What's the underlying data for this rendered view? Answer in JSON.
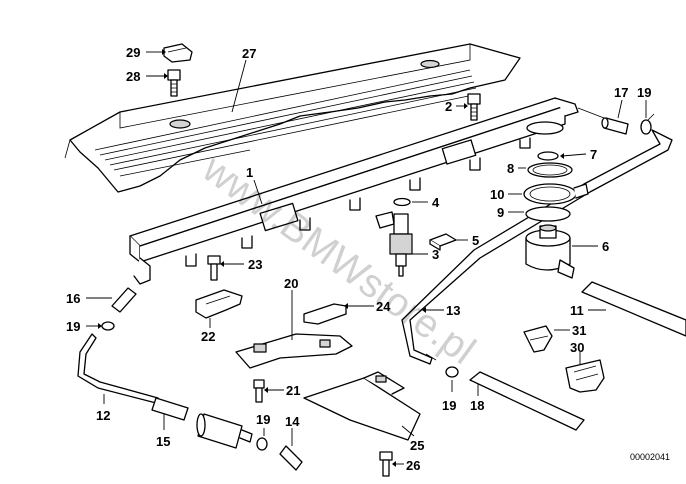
{
  "callouts": [
    {
      "id": "c29",
      "label": "29"
    },
    {
      "id": "c27",
      "label": "27"
    },
    {
      "id": "c28",
      "label": "28"
    },
    {
      "id": "c2",
      "label": "2"
    },
    {
      "id": "c17",
      "label": "17"
    },
    {
      "id": "c19a",
      "label": "19"
    },
    {
      "id": "c7",
      "label": "7"
    },
    {
      "id": "c8",
      "label": "8"
    },
    {
      "id": "c1",
      "label": "1"
    },
    {
      "id": "c10",
      "label": "10"
    },
    {
      "id": "c9",
      "label": "9"
    },
    {
      "id": "c4",
      "label": "4"
    },
    {
      "id": "c5",
      "label": "5"
    },
    {
      "id": "c6",
      "label": "6"
    },
    {
      "id": "c3",
      "label": "3"
    },
    {
      "id": "c23",
      "label": "23"
    },
    {
      "id": "c20",
      "label": "20"
    },
    {
      "id": "c16",
      "label": "16"
    },
    {
      "id": "c24",
      "label": "24"
    },
    {
      "id": "c13",
      "label": "13"
    },
    {
      "id": "c11",
      "label": "11"
    },
    {
      "id": "c19b",
      "label": "19"
    },
    {
      "id": "c22",
      "label": "22"
    },
    {
      "id": "c31",
      "label": "31"
    },
    {
      "id": "c30",
      "label": "30"
    },
    {
      "id": "c21",
      "label": "21"
    },
    {
      "id": "c12",
      "label": "12"
    },
    {
      "id": "c19c",
      "label": "19"
    },
    {
      "id": "c18",
      "label": "18"
    },
    {
      "id": "c15",
      "label": "15"
    },
    {
      "id": "c19d",
      "label": "19"
    },
    {
      "id": "c14",
      "label": "14"
    },
    {
      "id": "c25",
      "label": "25"
    },
    {
      "id": "c26",
      "label": "26"
    }
  ],
  "watermark": "www.BMWstore.pl",
  "document_id": "00002041"
}
